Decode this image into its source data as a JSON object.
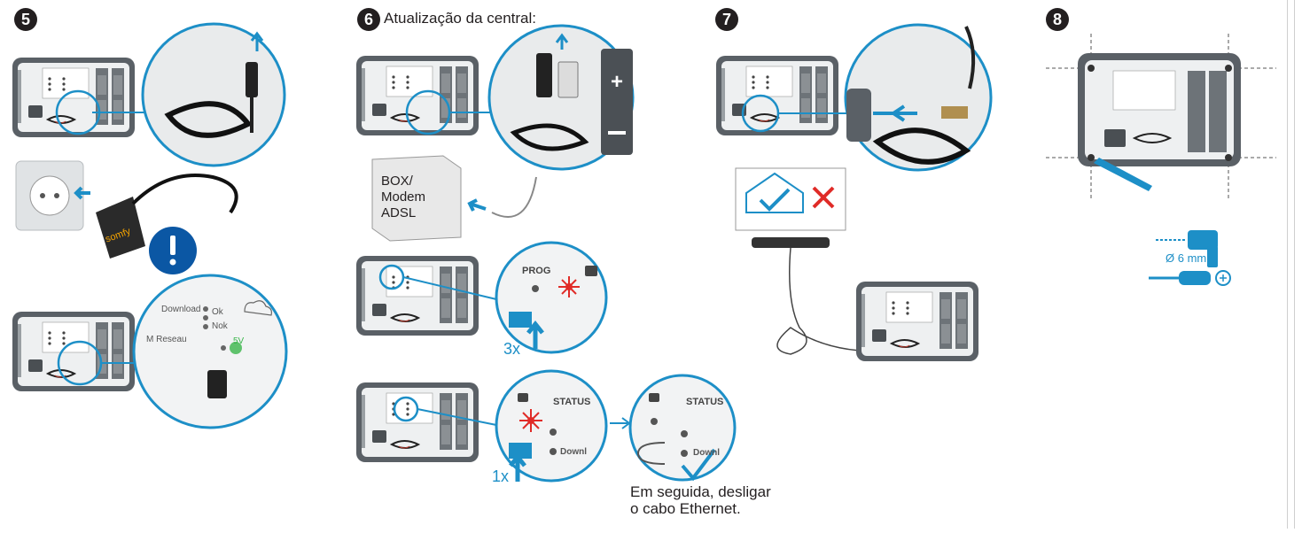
{
  "steps": {
    "s5": {
      "number": "5"
    },
    "s6": {
      "number": "6",
      "title": "Atualização da central:",
      "box_label": "BOX/\nModem\nADSL",
      "prog_label": "PROG",
      "prog_count": "3x",
      "status_label": "STATUS",
      "status_label_2": "STATUS",
      "io_count": "1x",
      "download_label": "Downl",
      "download_label_2": "Downl",
      "caption": "Em seguida, desligar\no cabo Ethernet."
    },
    "s7": {
      "number": "7"
    },
    "s8": {
      "number": "8",
      "drill_size": "Ø 6 mm"
    }
  },
  "zoom5": {
    "download": "Download",
    "ok": "Ok",
    "nok": "Nok",
    "reseau": "M Reseau",
    "v5": "5V"
  },
  "brand": "somfy",
  "colors": {
    "accent": "#1d8fc7",
    "dark": "#231f20",
    "alert": "#e02b27",
    "led_green": "#39b54a",
    "device": "#5a6066"
  }
}
